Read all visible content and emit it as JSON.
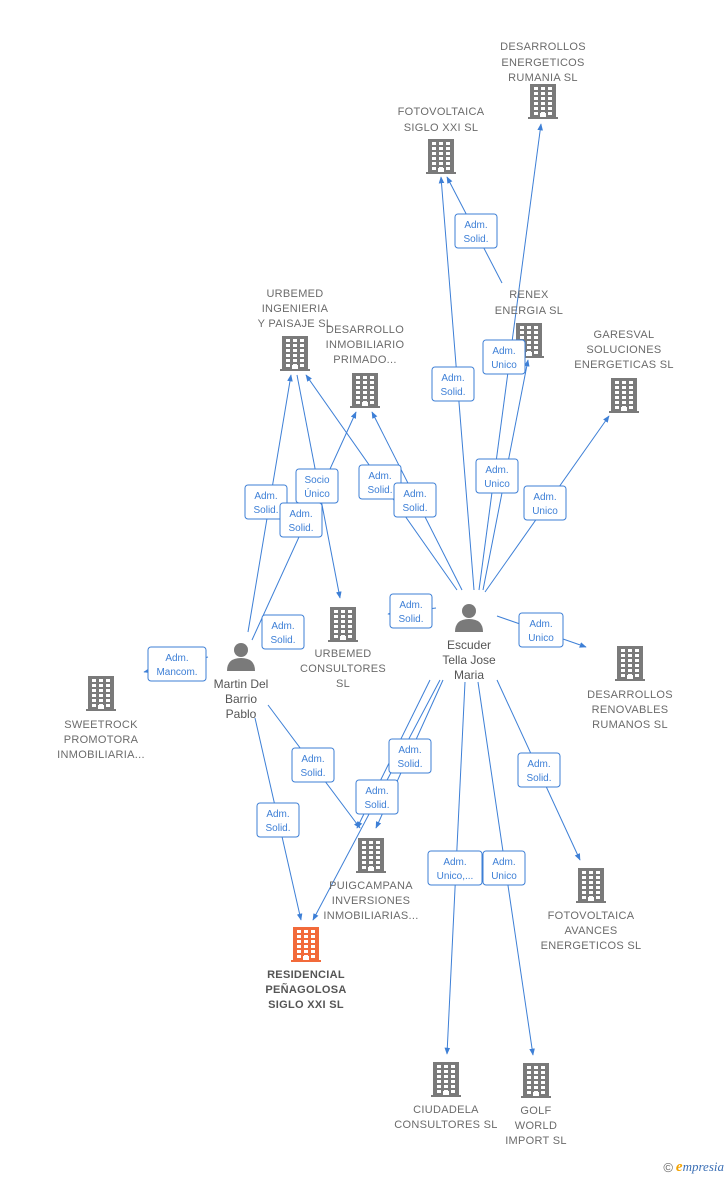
{
  "colors": {
    "edge": "#3d7fd6",
    "company_icon": "#7a7a7a",
    "main_company_icon": "#f26a3a",
    "person_icon": "#7a7a7a",
    "label": "#6b6b6b"
  },
  "companies": [
    {
      "id": "desarrollos_energeticos_rumania",
      "lines": [
        "DESARROLLOS",
        "ENERGETICOS",
        "RUMANIA SL"
      ],
      "icon": "building-icon"
    },
    {
      "id": "fotovoltaica_siglo_xxi",
      "lines": [
        "FOTOVOLTAICA",
        "SIGLO XXI SL"
      ],
      "icon": "building-icon"
    },
    {
      "id": "renex_energia",
      "lines": [
        "RENEX",
        "ENERGIA SL"
      ],
      "icon": "building-icon"
    },
    {
      "id": "garesval",
      "lines": [
        "GARESVAL",
        "SOLUCIONES",
        "ENERGETICAS SL"
      ],
      "icon": "building-icon"
    },
    {
      "id": "urbemed_ingenieria",
      "lines": [
        "URBEMED",
        "INGENIERIA",
        "Y PAISAJE SL"
      ],
      "icon": "building-icon"
    },
    {
      "id": "desarrollo_inmobiliario",
      "lines": [
        "DESARROLLO",
        "INMOBILIARIO",
        "PRIMADO..."
      ],
      "icon": "building-icon"
    },
    {
      "id": "urbemed_consultores",
      "lines": [
        "URBEMED",
        "CONSULTORES",
        "SL"
      ],
      "icon": "building-icon"
    },
    {
      "id": "sweetrock",
      "lines": [
        "SWEETROCK",
        "PROMOTORA",
        "INMOBILIARIA..."
      ],
      "icon": "building-icon"
    },
    {
      "id": "desarrollos_renovables",
      "lines": [
        "DESARROLLOS",
        "RENOVABLES",
        "RUMANOS SL"
      ],
      "icon": "building-icon"
    },
    {
      "id": "puigcampana",
      "lines": [
        "PUIGCAMPANA",
        "INVERSIONES",
        "INMOBILIARIAS..."
      ],
      "icon": "building-icon"
    },
    {
      "id": "fotovoltaica_avances",
      "lines": [
        "FOTOVOLTAICA",
        "AVANCES",
        "ENERGETICOS SL"
      ],
      "icon": "building-icon"
    },
    {
      "id": "residencial",
      "lines": [
        "RESIDENCIAL",
        "PEÑAGOLOSA",
        "SIGLO XXI  SL"
      ],
      "icon": "building-icon",
      "main": true
    },
    {
      "id": "ciudadela",
      "lines": [
        "CIUDADELA",
        "CONSULTORES SL"
      ],
      "icon": "building-icon"
    },
    {
      "id": "golf_world",
      "lines": [
        "GOLF",
        "WORLD",
        "IMPORT SL"
      ],
      "icon": "building-icon"
    }
  ],
  "persons": [
    {
      "id": "escuder",
      "lines": [
        "Escuder",
        "Tella Jose",
        "Maria"
      ],
      "icon": "person-icon"
    },
    {
      "id": "martin",
      "lines": [
        "Martin Del",
        "Barrio",
        "Pablo"
      ],
      "icon": "person-icon"
    }
  ],
  "roles": [
    {
      "id": "r1",
      "lines": [
        "Adm.",
        "Solid."
      ]
    },
    {
      "id": "r2",
      "lines": [
        "Adm.",
        "Unico"
      ]
    },
    {
      "id": "r3",
      "lines": [
        "Adm.",
        "Solid."
      ]
    },
    {
      "id": "r4",
      "lines": [
        "Adm.",
        "Unico"
      ]
    },
    {
      "id": "r5",
      "lines": [
        "Adm.",
        "Unico"
      ]
    },
    {
      "id": "r6",
      "lines": [
        "Adm.",
        "Solid."
      ]
    },
    {
      "id": "r7",
      "lines": [
        "Socio",
        "Único"
      ]
    },
    {
      "id": "r8",
      "lines": [
        "Adm.",
        "Solid."
      ]
    },
    {
      "id": "r9",
      "lines": [
        "Adm.",
        "Solid."
      ]
    },
    {
      "id": "r10",
      "lines": [
        "Adm.",
        "Solid."
      ]
    },
    {
      "id": "r11",
      "lines": [
        "Adm.",
        "Solid."
      ]
    },
    {
      "id": "r12",
      "lines": [
        "Adm.",
        "Solid."
      ]
    },
    {
      "id": "r13",
      "lines": [
        "Adm.",
        "Unico"
      ]
    },
    {
      "id": "r14",
      "lines": [
        "Adm.",
        "Mancom."
      ]
    },
    {
      "id": "r15",
      "lines": [
        "Adm.",
        "Solid."
      ]
    },
    {
      "id": "r16",
      "lines": [
        "Adm.",
        "Solid."
      ]
    },
    {
      "id": "r17",
      "lines": [
        "Adm.",
        "Solid."
      ]
    },
    {
      "id": "r18",
      "lines": [
        "Adm.",
        "Solid."
      ]
    },
    {
      "id": "r19",
      "lines": [
        "Adm.",
        "Solid."
      ]
    },
    {
      "id": "r20",
      "lines": [
        "Adm.",
        "Unico,..."
      ]
    },
    {
      "id": "r21",
      "lines": [
        "Adm.",
        "Unico"
      ]
    }
  ],
  "footer": {
    "copyright_symbol": "©",
    "brand_initial": "e",
    "brand_rest": "mpresia"
  }
}
